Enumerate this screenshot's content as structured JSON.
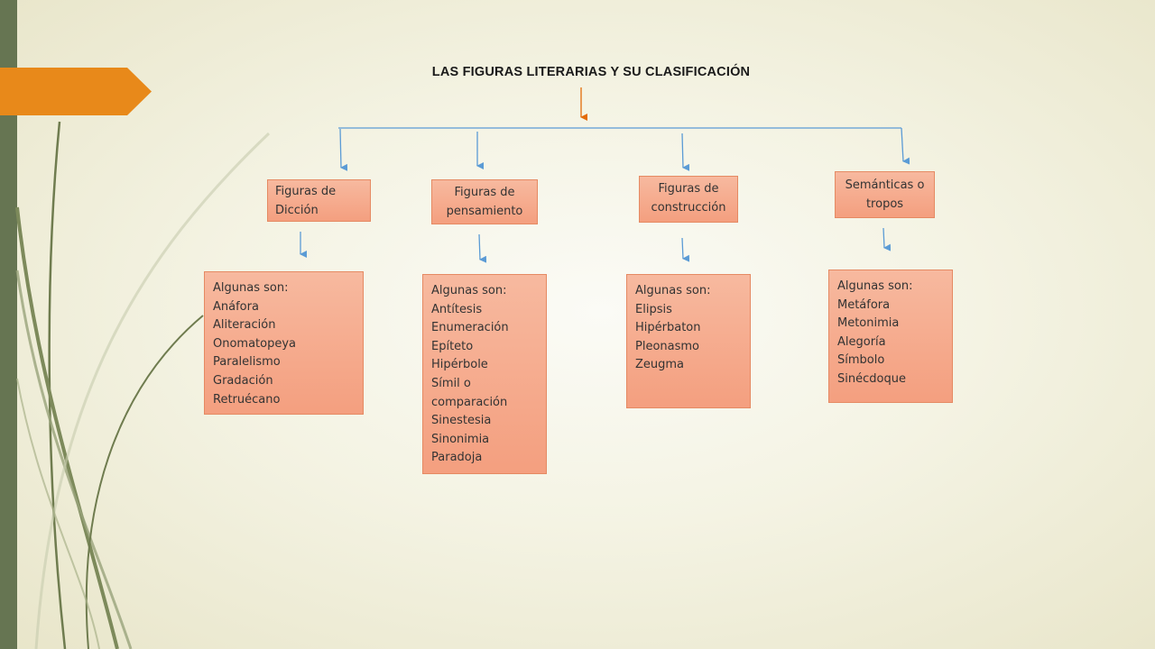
{
  "title": "LAS FIGURAS LITERARIAS Y SU CLASIFICACIÓN",
  "colors": {
    "arrow_blue": "#5b9bd5",
    "arrow_orange": "#e36c09",
    "box_fill": "#f4a484",
    "box_border": "#e58a63",
    "accent": "#e8891a",
    "side_bar": "#667552"
  },
  "categories": [
    {
      "label": "Figuras de Dicción",
      "lead": "Algunas son:",
      "items": [
        "Anáfora",
        "Aliteración",
        "Onomatopeya",
        "Paralelismo",
        "Gradación",
        "Retruécano"
      ]
    },
    {
      "label": "Figuras de pensamiento",
      "lead": "Algunas son:",
      "items": [
        "Antítesis",
        "Enumeración",
        "Epíteto",
        "Hipérbole",
        "Símil o",
        "comparación",
        "Sinestesia",
        "Sinonimia",
        "Paradoja"
      ]
    },
    {
      "label": "Figuras de construcción",
      "lead": "Algunas son:",
      "items": [
        "Elipsis",
        "Hipérbaton",
        "Pleonasmo",
        "Zeugma"
      ]
    },
    {
      "label": "Semánticas o tropos",
      "lead": "Algunas son:",
      "items": [
        "Metáfora",
        "Metonimia",
        "Alegoría",
        "Símbolo",
        "Sinécdoque"
      ]
    }
  ]
}
